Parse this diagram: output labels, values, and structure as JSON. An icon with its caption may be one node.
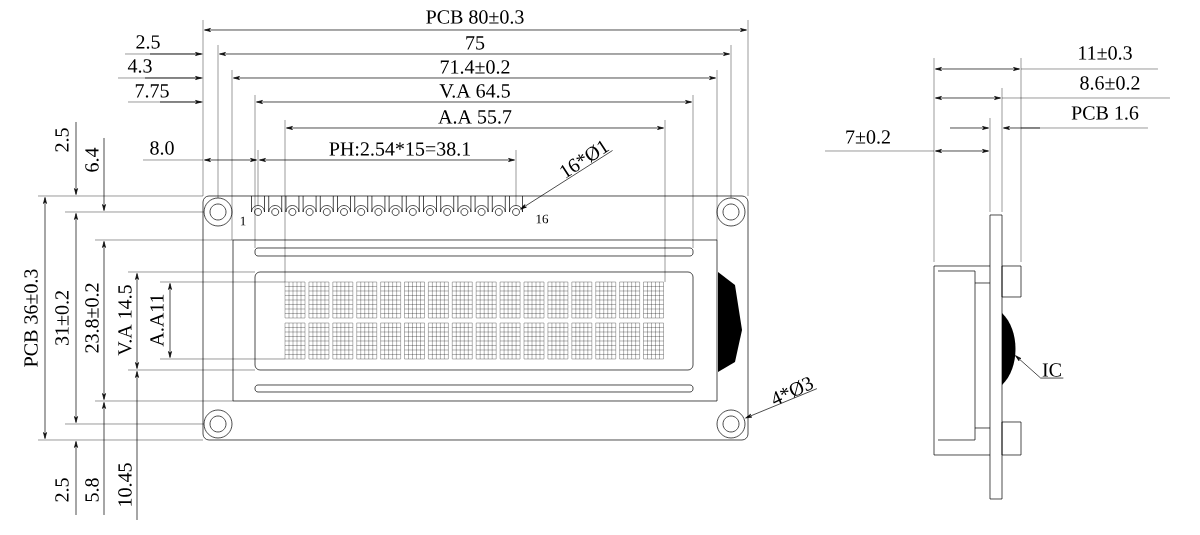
{
  "diagram": {
    "nodes": [
      {
        "text": [
          "16*Ø1"
        ]
      },
      {
        "text": [],
        "shape": "circle"
      },
      {
        "text": [
          "4*Ø3"
        ]
      },
      {
        "text": [],
        "shape": "circle"
      },
      {
        "text": [
          "IC"
        ]
      },
      {
        "text": [],
        "shape": "picture"
      }
    ],
    "edges": [
      {
        "from": 0,
        "to": 1,
        "arrow": "to"
      },
      {
        "from": 2,
        "to": 3,
        "arrow": "to"
      },
      {
        "from": 4,
        "to": 5,
        "arrow": "to"
      }
    ],
    "labels": [
      "PCB 80±0.3",
      "2.5",
      "75",
      "4.3",
      "71.4±0.2",
      "7.75",
      "V.A 64.5",
      "A.A 55.7",
      "8.0",
      "PH:2.54*15=38.1",
      "2.5",
      "6.4",
      "1",
      "16",
      "PCB 36±0.3",
      "31±0.2",
      "23.8±0.2",
      "V.A 14.5",
      "A.A11",
      "2.5",
      "5.8",
      "10.45",
      "11±0.3",
      "8.6±0.2",
      "PCB 1.6",
      "7±0.2"
    ]
  }
}
